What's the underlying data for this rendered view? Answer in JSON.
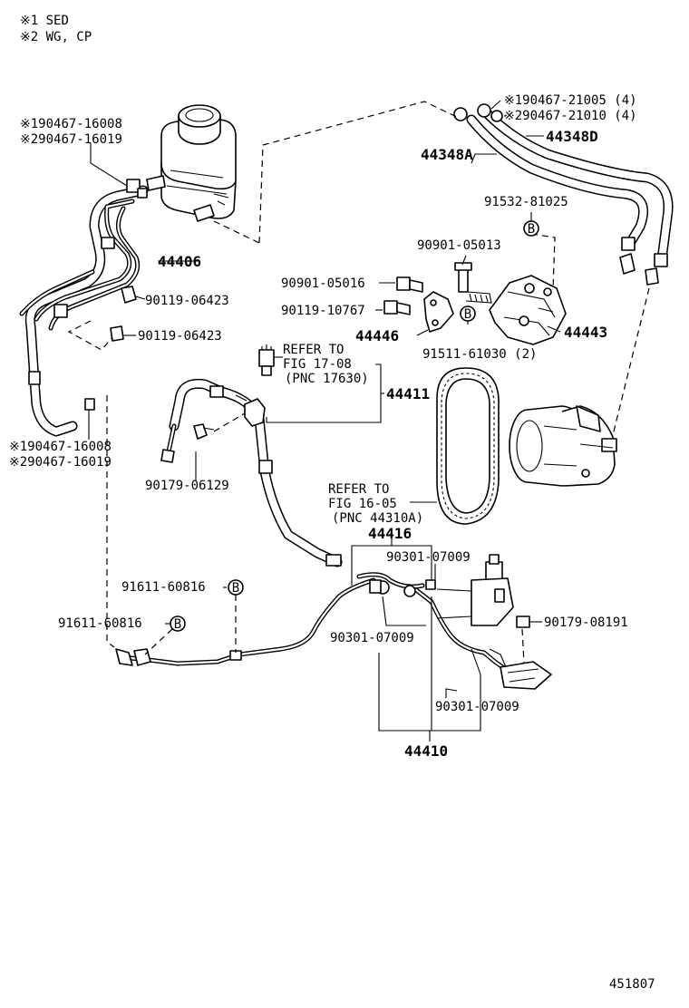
{
  "notes": {
    "n1": "※1 SED",
    "n2": "※2 WG, CP"
  },
  "labels": {
    "clamp_tr_1": "※190467-21005 (4)",
    "clamp_tr_2": "※290467-21010 (4)",
    "hose_44348d": "44348D",
    "hose_44348a": "44348A",
    "clamp_tl_1": "※190467-16008",
    "clamp_tl_2": "※290467-16019",
    "pipe_44406": "44406",
    "bolt_91532": "91532-81025",
    "bolt_90901_05013": "90901-05013",
    "bolt_90901_05016": "90901-05016",
    "clip_90119_a": "90119-06423",
    "bolt_90119_10767": "90119-10767",
    "clip_90119_b": "90119-06423",
    "bracket_44446": "44446",
    "bolt_91511": "91511-61030 (2)",
    "bracket_44443": "44443",
    "ref1_l1": "REFER TO",
    "ref1_l2": "FIG 17-08",
    "ref1_l3": "(PNC 17630)",
    "hose_44411": "44411",
    "clamp_ml_1": "※190467-16008",
    "clamp_ml_2": "※290467-16019",
    "bolt_90179_06129": "90179-06129",
    "ref2_l1": "REFER TO",
    "ref2_l2": "FIG 16-05",
    "ref2_l3": "(PNC 44310A)",
    "hose_44416": "44416",
    "gasket_90301_a": "90301-07009",
    "bolt_91611_a": "91611-60816",
    "nut_90179_08191": "90179-08191",
    "bolt_91611_b": "91611-60816",
    "gasket_90301_b": "90301-07009",
    "gasket_90301_c": "90301-07009",
    "tube_44410": "44410",
    "figure_number": "451807"
  },
  "callout_letter": "B",
  "colors": {
    "ink": "#000000",
    "paper": "#ffffff"
  }
}
